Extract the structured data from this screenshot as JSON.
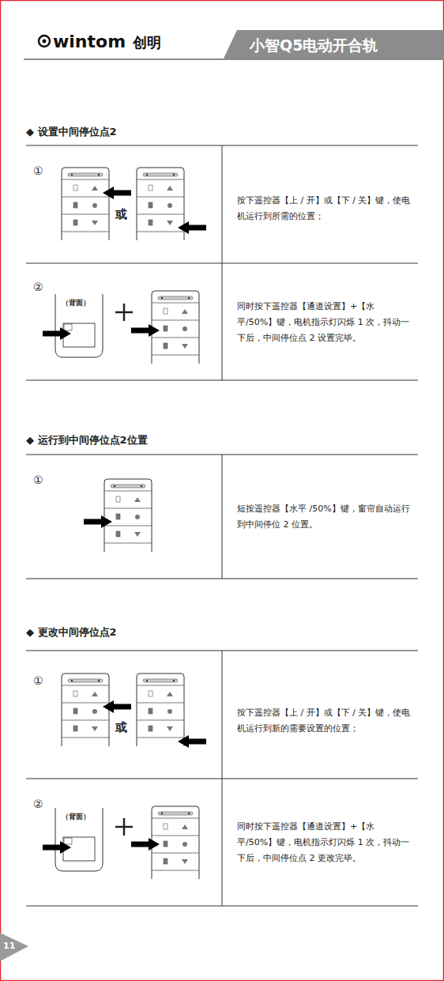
{
  "diagram": {
    "title": "小智Q5电动开合轨",
    "labels": [
      "wintom",
      "创明",
      "◆ 设置中间停位点2",
      "①",
      "或",
      "按下遥控器【上 / 开】或【下 / 关】键，使电机运行到所需的位置；",
      "②",
      "（背面）",
      "同时按下遥控器【通道设置】+【水平/50%】键，电机指示灯闪烁 1 次，抖动一下后，中间停位点 2 设置完毕。",
      "◆ 运行到中间停位点2位置",
      "①",
      "短按遥控器【水平 /50%】键，窗帘自动运行到中间停位 2 位置。",
      "◆ 更改中间停位点2",
      "①",
      "或",
      "按下遥控器【上 / 开】或【下 / 关】键，使电机运行到新的需要设置的位置；",
      "②",
      "（背面）",
      "同时按下遥控器【通道设置】+【水平/50%】键，电机指示灯闪烁 1 次，抖动一下后，中间停位点 2 更改完毕。",
      "11"
    ]
  }
}
